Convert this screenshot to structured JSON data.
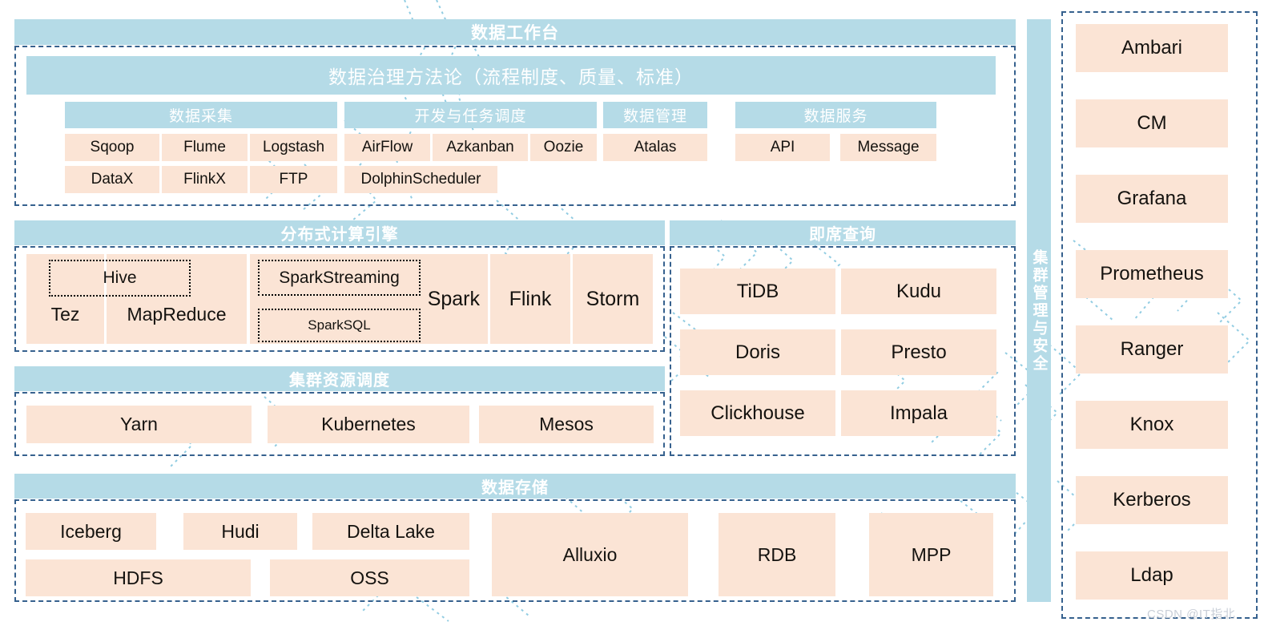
{
  "diagram": {
    "watermark": "CSDN @IT指北",
    "colors": {
      "blue_bar": "#b5dbe7",
      "orange_box": "#fbe4d5",
      "dashed_border": "#36618e",
      "dotted_border": "#000000",
      "title_text": "#ffffff",
      "body_text": "#14120f",
      "watermark": "#c9cfd8",
      "background": "#ffffff"
    }
  },
  "workbench": {
    "title": "数据工作台",
    "governance_title": "数据治理方法论（流程制度、质量、标准）",
    "groups": [
      {
        "title": "数据采集",
        "row1": [
          "Sqoop",
          "Flume",
          "Logstash"
        ],
        "row2": [
          "DataX",
          "FlinkX",
          "FTP"
        ]
      },
      {
        "title": "开发与任务调度",
        "row1": [
          "AirFlow",
          "Azkanban",
          "Oozie"
        ],
        "row2": [
          "DolphinScheduler"
        ]
      },
      {
        "title": "数据管理",
        "row1": [
          "Atalas"
        ],
        "row2": []
      },
      {
        "title": "数据服务",
        "row1": [
          "API",
          "Message"
        ],
        "row2": []
      }
    ]
  },
  "compute": {
    "title": "分布式计算引擎",
    "tez": "Tez",
    "mapreduce": "MapReduce",
    "hive": "Hive",
    "spark": "Spark",
    "spark_streaming": "SparkStreaming",
    "spark_sql": "SparkSQL",
    "flink": "Flink",
    "storm": "Storm"
  },
  "resource": {
    "title": "集群资源调度",
    "items": [
      "Yarn",
      "Kubernetes",
      "Mesos"
    ]
  },
  "adhoc": {
    "title": "即席查询",
    "items": [
      "TiDB",
      "Kudu",
      "Doris",
      "Presto",
      "Clickhouse",
      "Impala"
    ]
  },
  "storage": {
    "title": "数据存储",
    "row1": [
      "Iceberg",
      "Hudi",
      "Delta Lake"
    ],
    "row2": [
      "HDFS",
      "OSS"
    ],
    "tall": [
      "Alluxio",
      "RDB",
      "MPP"
    ]
  },
  "cluster_mgmt": {
    "vertical_title": "集群管理与安全",
    "items": [
      "Ambari",
      "CM",
      "Grafana",
      "Prometheus",
      "Ranger",
      "Knox",
      "Kerberos",
      "Ldap"
    ]
  }
}
